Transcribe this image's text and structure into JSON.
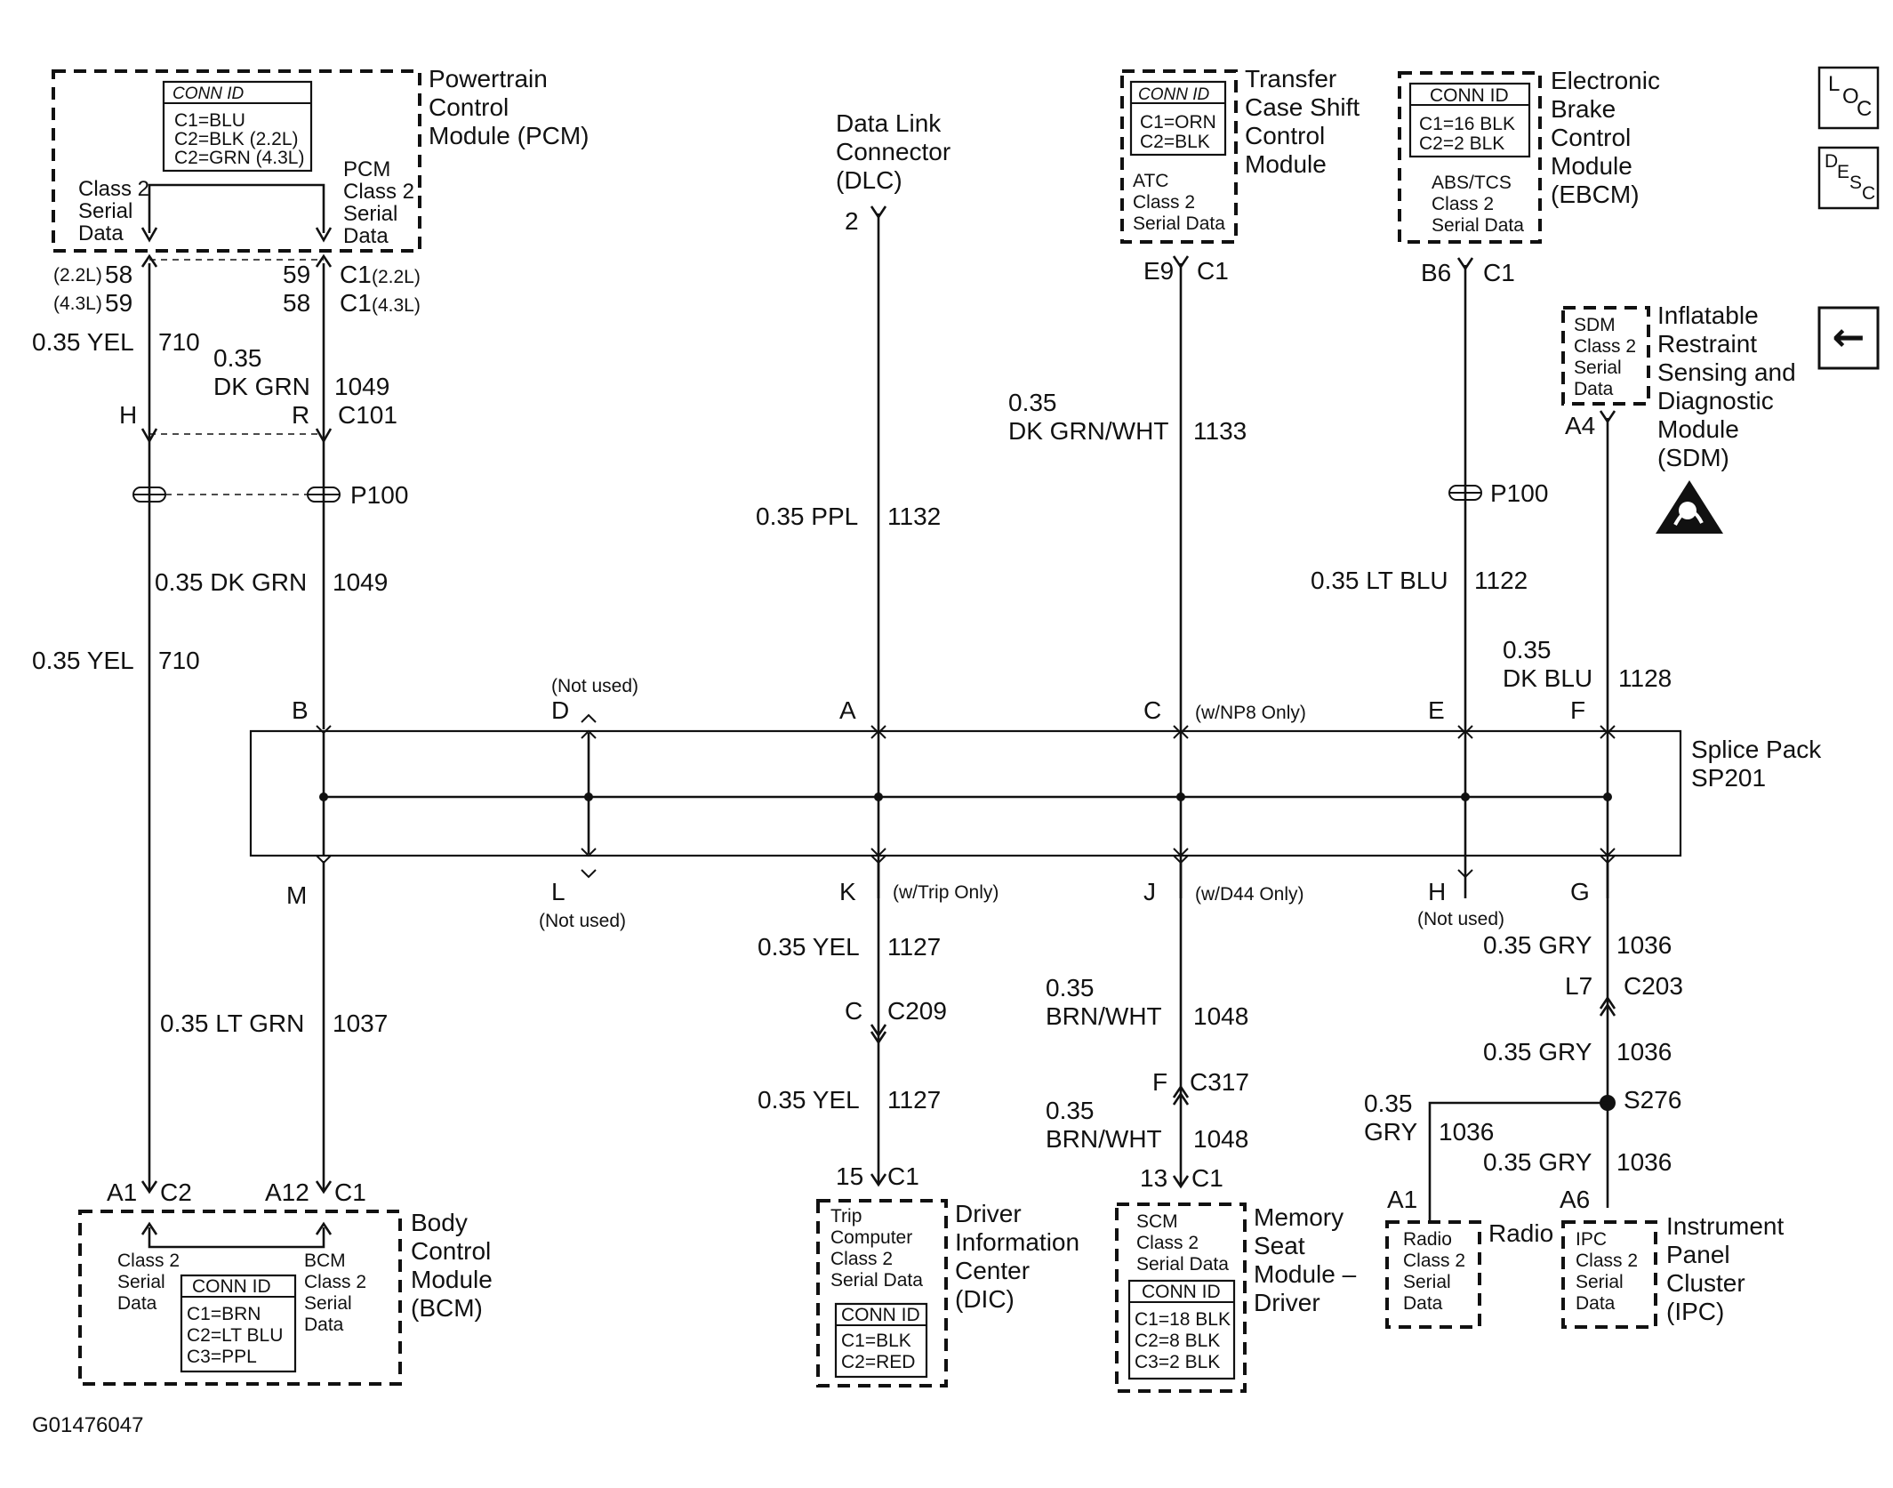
{
  "pcm": {
    "name": [
      "Powertrain",
      "Control",
      "Module (PCM)"
    ],
    "conn_id": "CONN ID",
    "conn": [
      "C1=BLU",
      "C2=BLK (2.2L)",
      "C2=GRN (4.3L)"
    ],
    "left_label": [
      "Class 2",
      "Serial",
      "Data"
    ],
    "right_label": [
      "PCM",
      "Class 2",
      "Serial",
      "Data"
    ],
    "pins_left": [
      {
        "v": "(2.2L)",
        "p": "58"
      },
      {
        "v": "(4.3L)",
        "p": "59"
      }
    ],
    "pins_right": [
      {
        "p": "59",
        "c": "C1",
        "v": "(2.2L)"
      },
      {
        "p": "58",
        "c": "C1",
        "v": "(4.3L)"
      }
    ],
    "c101_left_pin": "H",
    "c101_right_pin": "R",
    "c101": "C101",
    "p100": "P100"
  },
  "wires": {
    "w710_top_gauge": "0.35 YEL",
    "w710_top_num": "710",
    "w1049_top_gauge": [
      "0.35",
      "DK GRN"
    ],
    "w1049_top_num": "1049",
    "w1049_mid": "0.35 DK GRN",
    "w1049_mid_num": "1049",
    "w710_mid": "0.35 YEL",
    "w710_mid_num": "710",
    "w1037": "0.35 LT GRN",
    "w1037_num": "1037",
    "w1132": "0.35 PPL",
    "w1132_num": "1132",
    "w1133": [
      "0.35",
      "DK GRN/WHT"
    ],
    "w1133_num": "1133",
    "w1122": "0.35 LT BLU",
    "w1122_num": "1122",
    "w1128": [
      "0.35",
      "DK BLU"
    ],
    "w1128_num": "1128",
    "w1127a": "0.35 YEL",
    "w1127a_num": "1127",
    "w1127b": "0.35 YEL",
    "w1127b_num": "1127",
    "w1048a": [
      "0.35",
      "BRN/WHT"
    ],
    "w1048a_num": "1048",
    "w1048b": [
      "0.35",
      "BRN/WHT"
    ],
    "w1048b_num": "1048",
    "w1036a": "0.35 GRY",
    "w1036a_num": "1036",
    "w1036b": "0.35 GRY",
    "w1036b_num": "1036",
    "w1036c": [
      "0.35",
      "GRY"
    ],
    "w1036c_num": "1036",
    "w1036d": "0.35 GRY",
    "w1036d_num": "1036"
  },
  "dlc": {
    "name": [
      "Data Link",
      "Connector",
      "(DLC)"
    ],
    "pin": "2"
  },
  "tcscm": {
    "name": [
      "Transfer",
      "Case Shift",
      "Control",
      "Module"
    ],
    "conn_id": "CONN ID",
    "conn": [
      "C1=ORN",
      "C2=BLK"
    ],
    "label": [
      "ATC",
      "Class 2",
      "Serial Data"
    ],
    "pin": "E9",
    "conn_name": "C1"
  },
  "ebcm": {
    "name": [
      "Electronic",
      "Brake",
      "Control",
      "Module",
      "(EBCM)"
    ],
    "conn_id": "CONN ID",
    "conn": [
      "C1=16 BLK",
      "C2=2 BLK"
    ],
    "label": [
      "ABS/TCS",
      "Class 2",
      "Serial Data"
    ],
    "pin": "B6",
    "conn_name": "C1",
    "p100": "P100"
  },
  "sdm": {
    "name": [
      "Inflatable",
      "Restraint",
      "Sensing and",
      "Diagnostic",
      "Module",
      "(SDM)"
    ],
    "label": [
      "SDM",
      "Class 2",
      "Serial",
      "Data"
    ],
    "pin": "A4"
  },
  "side_icons": {
    "loc": [
      "L",
      "O",
      "C"
    ],
    "desc": [
      "D",
      "E",
      "S",
      "C"
    ],
    "back": "←"
  },
  "splice": {
    "name": [
      "Splice Pack",
      "SP201"
    ],
    "top": [
      {
        "pin": "B"
      },
      {
        "pin": "D",
        "note": "(Not used)"
      },
      {
        "pin": "A"
      },
      {
        "pin": "C",
        "note": "(w/NP8 Only)"
      },
      {
        "pin": "E"
      },
      {
        "pin": "F"
      }
    ],
    "bottom": [
      {
        "pin": "M"
      },
      {
        "pin": "L",
        "note": "(Not used)"
      },
      {
        "pin": "K",
        "note": "(w/Trip Only)"
      },
      {
        "pin": "J",
        "note": "(w/D44 Only)"
      },
      {
        "pin": "H",
        "note": "(Not used)"
      },
      {
        "pin": "G"
      }
    ]
  },
  "c209": {
    "pin": "C",
    "name": "C209"
  },
  "c317": {
    "pin": "F",
    "name": "C317"
  },
  "c203": {
    "pin": "L7",
    "name": "C203"
  },
  "s276": "S276",
  "bcm": {
    "name": [
      "Body",
      "Control",
      "Module",
      "(BCM)"
    ],
    "conn_id": "CONN ID",
    "conn": [
      "C1=BRN",
      "C2=LT BLU",
      "C3=PPL"
    ],
    "left_label": [
      "Class 2",
      "Serial",
      "Data"
    ],
    "right_label": [
      "BCM",
      "Class 2",
      "Serial",
      "Data"
    ],
    "pin_left": "A1",
    "conn_left": "C2",
    "pin_right": "A12",
    "conn_right": "C1"
  },
  "dic": {
    "name": [
      "Driver",
      "Information",
      "Center",
      "(DIC)"
    ],
    "label": [
      "Trip",
      "Computer",
      "Class 2",
      "Serial Data"
    ],
    "conn_id": "CONN ID",
    "conn": [
      "C1=BLK",
      "C2=RED"
    ],
    "pin": "15",
    "conn_name": "C1"
  },
  "msm": {
    "name": [
      "Memory",
      "Seat",
      "Module –",
      "Driver"
    ],
    "label": [
      "SCM",
      "Class 2",
      "Serial Data"
    ],
    "conn_id": "CONN ID",
    "conn": [
      "C1=18 BLK",
      "C2=8 BLK",
      "C3=2 BLK"
    ],
    "pin": "13",
    "conn_name": "C1"
  },
  "radio": {
    "name": "Radio",
    "label": [
      "Radio",
      "Class 2",
      "Serial",
      "Data"
    ],
    "pin": "A1"
  },
  "ipc": {
    "name": [
      "Instrument",
      "Panel",
      "Cluster",
      "(IPC)"
    ],
    "label": [
      "IPC",
      "Class 2",
      "Serial",
      "Data"
    ],
    "pin": "A6"
  },
  "figure_id": "G01476047"
}
